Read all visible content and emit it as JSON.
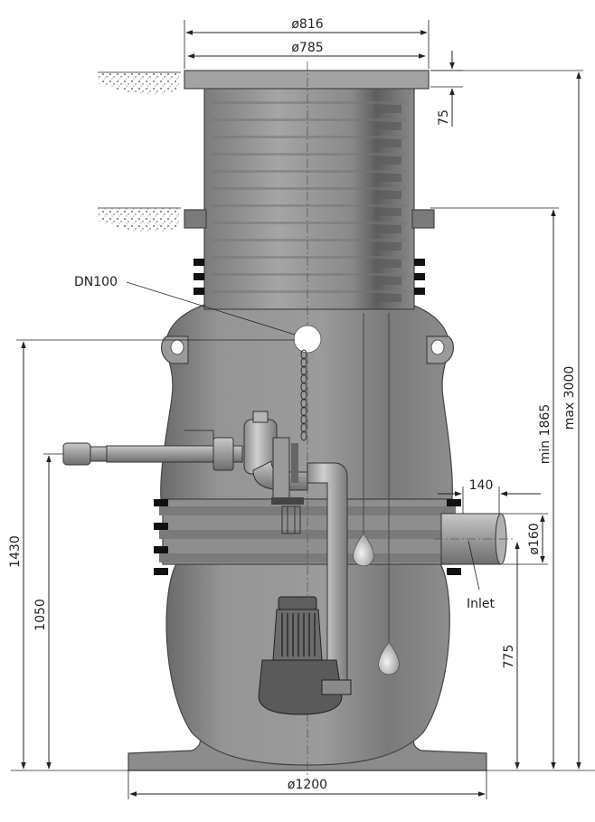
{
  "dimensions": {
    "top_outer_diameter": "ø816",
    "top_inner_diameter": "ø785",
    "cover_height": "75",
    "min_depth": "min 1865",
    "max_depth": "max 3000",
    "outlet_height": "1430",
    "discharge_height": "1050",
    "inlet_offset": "140",
    "inlet_diameter": "ø160",
    "inlet_height": "775",
    "base_diameter": "ø1200"
  },
  "labels": {
    "outlet_nominal": "DN100",
    "inlet": "Inlet"
  },
  "colors": {
    "tank_body": "#8f8f8f",
    "tank_dark": "#6e6e6e",
    "tank_light": "#b4b4b4",
    "line": "#222222"
  }
}
